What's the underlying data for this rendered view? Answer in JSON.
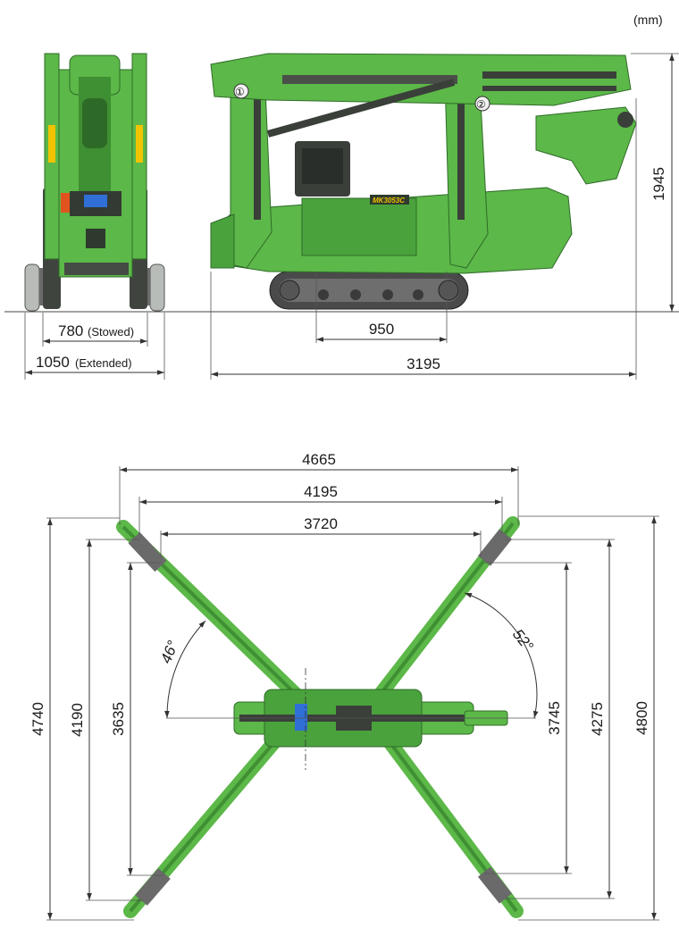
{
  "units_label": "(mm)",
  "colors": {
    "machine_green": "#5cb848",
    "machine_green_dark": "#3f8f33",
    "machine_dark": "#3a3f3a",
    "track": "#4a4a4a",
    "accent_orange": "#e0531e",
    "accent_blue": "#2f6fd6",
    "label_yellow": "#f2c300"
  },
  "model_label": "MK3053C",
  "front_view": {
    "width_stowed": "780",
    "width_stowed_note": "(Stowed)",
    "width_extended": "1050",
    "width_extended_note": "(Extended)"
  },
  "side_view": {
    "height": "1945",
    "track_length": "950",
    "overall_length": "3195",
    "marker_1": "①",
    "marker_2": "②"
  },
  "top_view": {
    "span_outer": "4665",
    "span_mid": "4195",
    "span_inner": "3720",
    "left_outer": "4740",
    "left_mid": "4190",
    "left_inner": "3635",
    "right_inner": "3745",
    "right_mid": "4275",
    "right_outer": "4800",
    "angle_left": "46°",
    "angle_right": "52°"
  }
}
